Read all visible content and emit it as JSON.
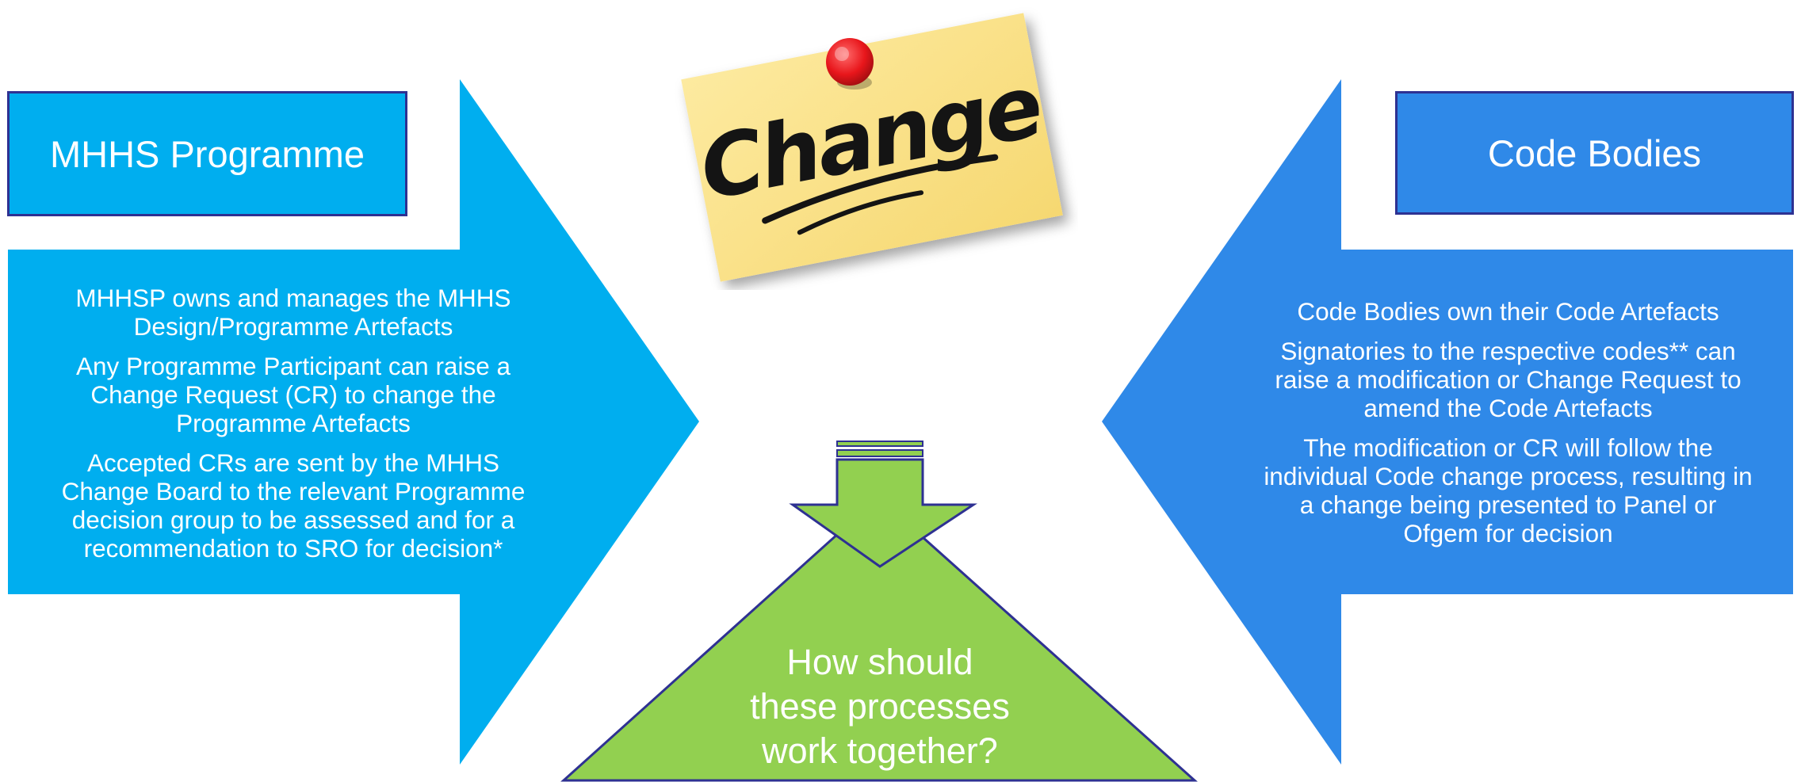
{
  "left": {
    "title": "MHHS Programme",
    "paragraphs": [
      [
        "MHHSP owns and manages the MHHS",
        "Design/Programme Artefacts"
      ],
      [
        "Any Programme Participant can raise a",
        "Change Request (CR) to change the",
        "Programme Artefacts"
      ],
      [
        "Accepted CRs are sent by the MHHS",
        "Change Board to the relevant Programme",
        "decision group to be assessed and for a",
        "recommendation to SRO for decision*"
      ]
    ]
  },
  "right": {
    "title": "Code Bodies",
    "paragraphs": [
      [
        "Code Bodies own their Code Artefacts"
      ],
      [
        "Signatories to the respective codes** can",
        "raise a modification or Change Request to",
        "amend the Code Artefacts"
      ],
      [
        "The modification or CR will follow the",
        "individual Code change process, resulting in",
        "a change being presented to Panel or",
        "Ofgem for decision"
      ]
    ]
  },
  "center": {
    "note_word": "Change",
    "question_lines": [
      "How should",
      "these processes",
      "work together?"
    ]
  },
  "colors": {
    "left_fill": "#00aeef",
    "right_fill": "#2f89e8",
    "green_fill": "#92d050",
    "outline": "#2e3192",
    "note_fill": "#fbe38a",
    "pin": "#e8161b"
  }
}
